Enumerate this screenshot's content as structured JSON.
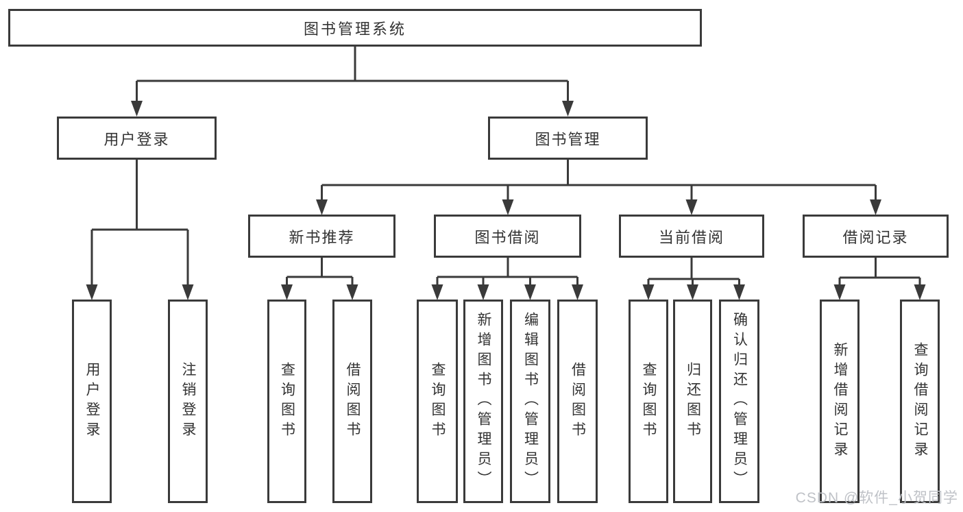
{
  "colors": {
    "line": "#3a3a3a",
    "text": "#333333",
    "watermark": "#bfc2c7",
    "background": "#ffffff"
  },
  "diagram": {
    "root": {
      "label": "图书管理系统"
    },
    "branches": [
      {
        "label": "用户登录"
      },
      {
        "label": "图书管理"
      }
    ],
    "modules": [
      {
        "label": "新书推荐"
      },
      {
        "label": "图书借阅"
      },
      {
        "label": "当前借阅"
      },
      {
        "label": "借阅记录"
      }
    ],
    "leaves": [
      {
        "label": "用户登录"
      },
      {
        "label": "注销登录"
      },
      {
        "label": "查询图书"
      },
      {
        "label": "借阅图书"
      },
      {
        "label": "查询图书"
      },
      {
        "label": "新增图书（管理员）"
      },
      {
        "label": "编辑图书（管理员）"
      },
      {
        "label": "借阅图书"
      },
      {
        "label": "查询图书"
      },
      {
        "label": "归还图书"
      },
      {
        "label": "确认归还（管理员）"
      },
      {
        "label": "新增借阅记录"
      },
      {
        "label": "查询借阅记录"
      }
    ]
  },
  "watermark": {
    "text": "CSDN @软件_小贺同学"
  }
}
